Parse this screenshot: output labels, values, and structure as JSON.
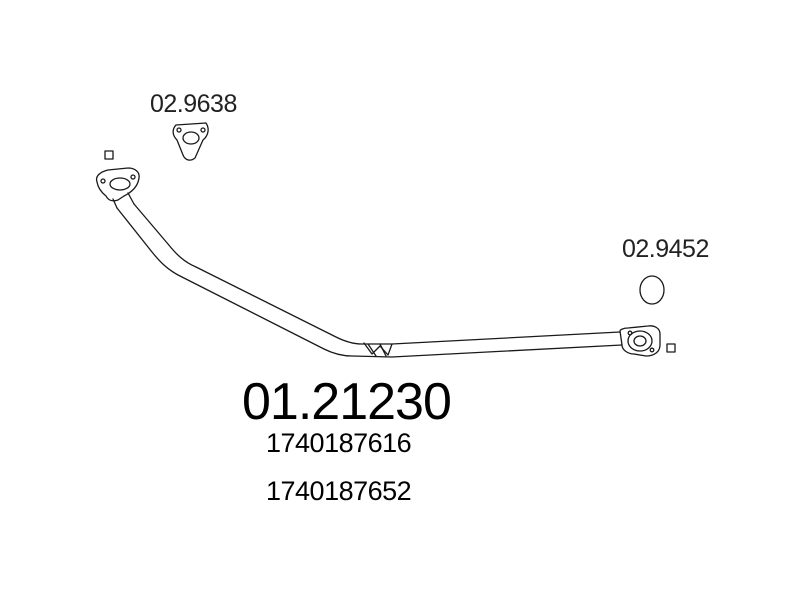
{
  "gaskets": {
    "front_flange_gasket_code": "02.9638",
    "rear_ring_gasket_code": "02.9452"
  },
  "part": {
    "number": "01.21230",
    "oem_numbers": [
      "1740187616",
      "1740187652"
    ]
  },
  "colors": {
    "line": "#1a1a1a",
    "background": "#ffffff"
  }
}
